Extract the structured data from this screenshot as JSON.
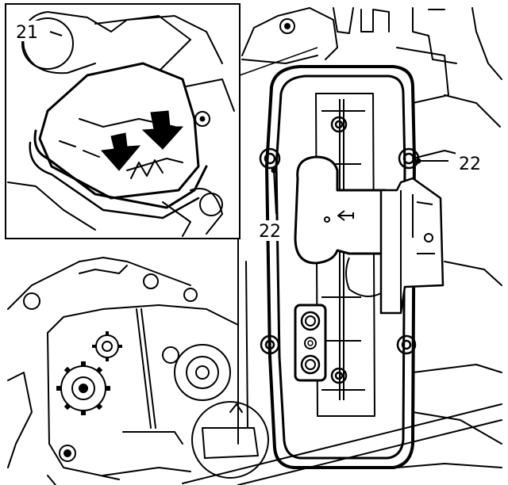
{
  "diagram": {
    "callouts": {
      "inset_part": "21",
      "fastener_right": "22",
      "fastener_left": "22"
    },
    "colors": {
      "ink": "#000000",
      "paper": "#ffffff"
    }
  }
}
